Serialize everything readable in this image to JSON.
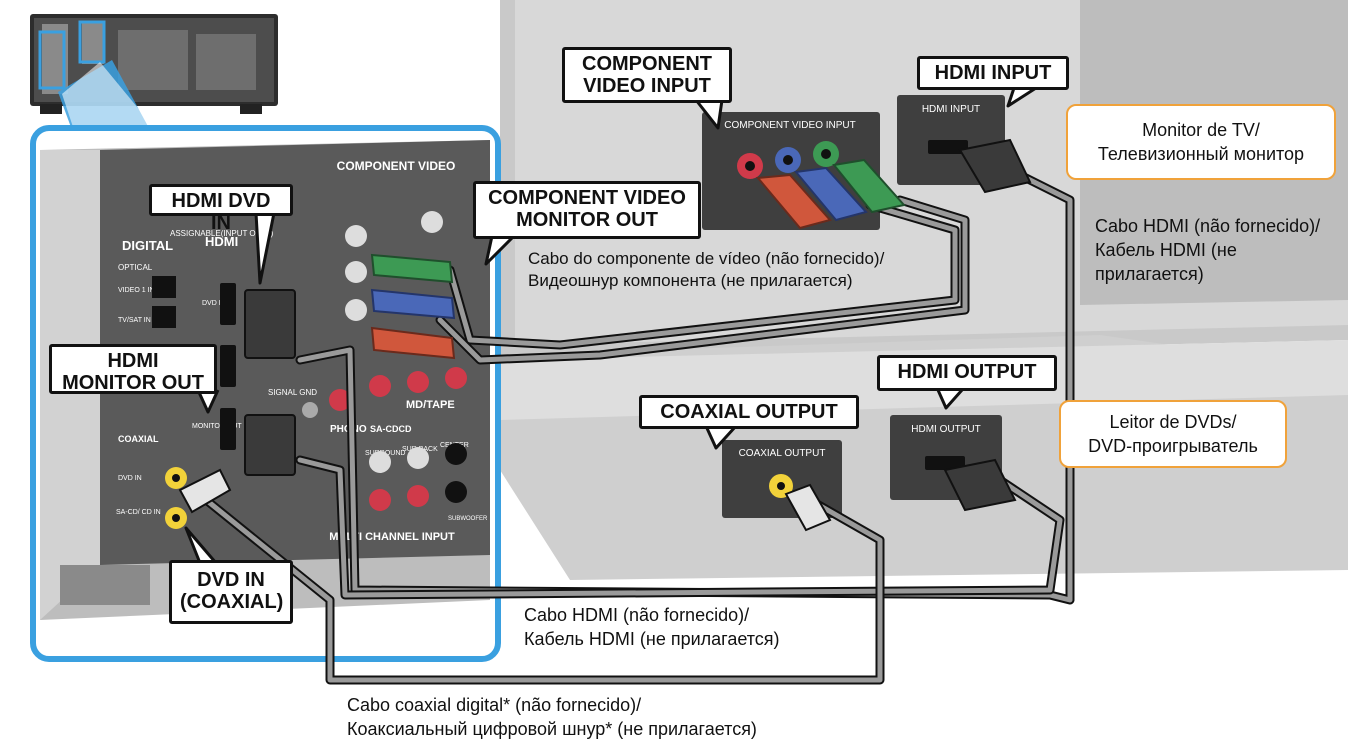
{
  "callouts": {
    "hdmi_dvd_in": [
      "HDMI DVD IN"
    ],
    "component_video_monitor_out": [
      "COMPONENT VIDEO",
      "MONITOR OUT"
    ],
    "hdmi_monitor_out": [
      "HDMI",
      "MONITOR OUT"
    ],
    "dvd_in_coaxial": [
      "DVD IN",
      "(COAXIAL)"
    ],
    "component_video_input": [
      "COMPONENT",
      "VIDEO INPUT"
    ],
    "hdmi_input": [
      "HDMI INPUT"
    ],
    "hdmi_output": [
      "HDMI OUTPUT"
    ],
    "coaxial_output": [
      "COAXIAL OUTPUT"
    ]
  },
  "devices": {
    "tv": [
      "Monitor de TV/",
      "Телевизионный монитор"
    ],
    "dvd": [
      "Leitor de DVDs/",
      "DVD-проигрыватель"
    ]
  },
  "cable_notes": {
    "component": [
      "Cabo do componente de vídeo (não fornecido)/",
      "Видеошнур компонента (не прилагается)"
    ],
    "hdmi_tv": [
      "Cabo HDMI (não fornecido)/",
      "Кабель HDMI (не",
      "прилагается)"
    ],
    "hdmi_dvd": [
      "Cabo HDMI (não fornecido)/",
      "Кабель HDMI (не прилагается)"
    ],
    "coaxial": [
      "Cabo coaxial digital* (não fornecido)/",
      "Коаксиальный цифровой шнур* (не прилагается)"
    ]
  },
  "panel_labels": {
    "component_video": "COMPONENT VIDEO",
    "assignable_input_only": "ASSIGNABLE(INPUT ONLY)",
    "digital": "DIGITAL",
    "hdmi": "HDMI",
    "optical": "OPTICAL",
    "video1_in": "VIDEO 1 IN",
    "tvsat_in": "TV/SAT IN",
    "dvd_in": "DVD IN",
    "monitor_out": "MONITOR OUT",
    "coaxial": "COAXIAL",
    "sacd_cd_in": "SA-CD/ CD IN",
    "signal_gnd": "SIGNAL GND",
    "md_tape": "MD/TAPE",
    "phono": "PHONO",
    "sa_cdcd": "SA-CDCD",
    "multi_channel_input": "MULTI CHANNEL INPUT",
    "surround": "SURROUND",
    "sur_back": "SUR BACK",
    "center": "CENTER",
    "subwoofer": "SUBWOOFER",
    "tv_component_video_input": "COMPONENT VIDEO INPUT",
    "tv_hdmi_input": "HDMI INPUT",
    "dvd_coaxial_output": "COAXIAL OUTPUT",
    "dvd_hdmi_output": "HDMI OUTPUT"
  },
  "colors": {
    "highlight_frame": "#3aa0e0",
    "device_box_border": "#f0a23a",
    "panel_gray": "#5a5a5a",
    "component_green": "#3d9a54",
    "component_blue": "#4a68b8",
    "component_red": "#d0573c",
    "coaxial_yellow": "#f2d23a"
  }
}
